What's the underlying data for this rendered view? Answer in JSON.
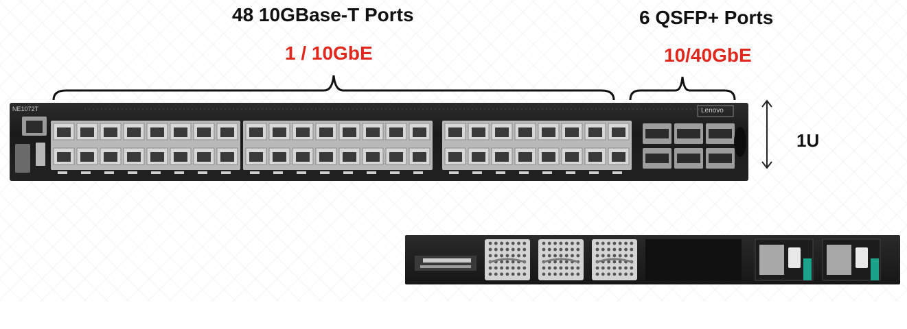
{
  "annotations": {
    "rj45_title": "48 10GBase-T Ports",
    "rj45_speed": "1 / 10GbE",
    "qsfp_title": "6 QSFP+ Ports",
    "qsfp_speed": "10/40GbE",
    "height_label": "1U"
  },
  "front_panel": {
    "model": "NE1072T",
    "brand": "Lenovo",
    "rj45_ports": 48,
    "qsfp_ports": 6,
    "port_group_columns": 8
  },
  "rear_panel": {
    "fan_modules": 3,
    "power_supplies": 2
  },
  "colors": {
    "accent_red": "#e1261c",
    "chassis": "#1e1e1e",
    "handle_green": "#1aa38a"
  }
}
